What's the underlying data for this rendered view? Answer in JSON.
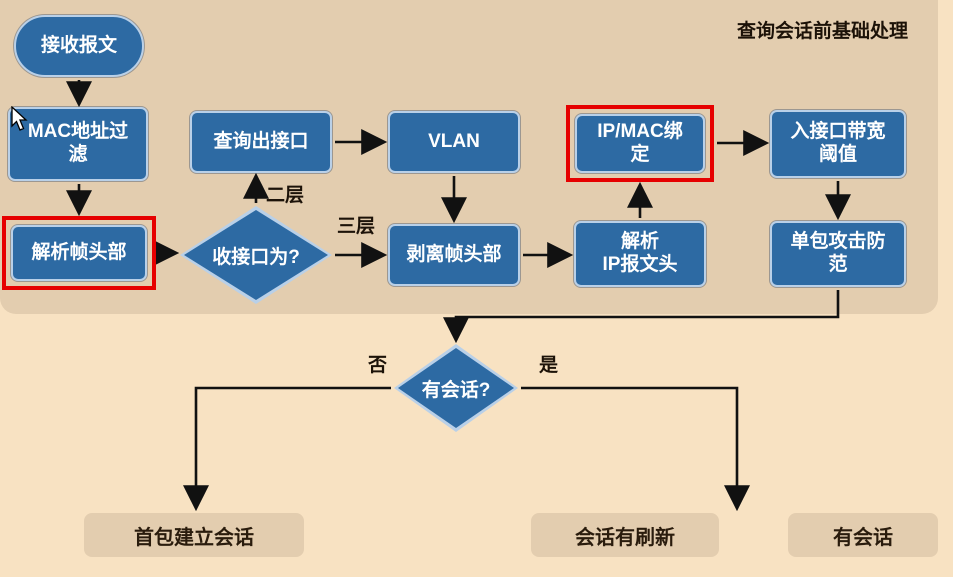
{
  "title": "查询会话前基础处理",
  "nodes": {
    "receive": "接收报文",
    "mac_filter": "MAC地址过\n滤",
    "parse_frame": "解析帧头部",
    "iface_decision": "收接口为?",
    "query_out_iface": "查询出接口",
    "vlan": "VLAN",
    "strip_frame": "剥离帧头部",
    "parse_ip": "解析\nIP报文头",
    "ip_mac_bind": "IP/MAC绑\n定",
    "bandwidth": "入接口带宽\n阈值",
    "single_packet": "单包攻击防\n范",
    "session_decision": "有会话?"
  },
  "edge_labels": {
    "layer2": "二层",
    "layer3": "三层",
    "no": "否",
    "yes": "是"
  },
  "outcomes": {
    "first_packet": "首包建立会话",
    "refresh": "会话有刷新",
    "has_session": "有会话"
  },
  "colors": {
    "page_bg": "#f8e2c2",
    "region_bg": "#e3cdaf",
    "node_fill": "#2d6aa3",
    "node_border": "#b9d0e8",
    "node_text": "#ffffff",
    "highlight": "#e60000",
    "arrow": "#111111",
    "label_text": "#1c1208",
    "outcome_bg": "#e3cdaf",
    "outcome_text": "#2a1c0d"
  }
}
